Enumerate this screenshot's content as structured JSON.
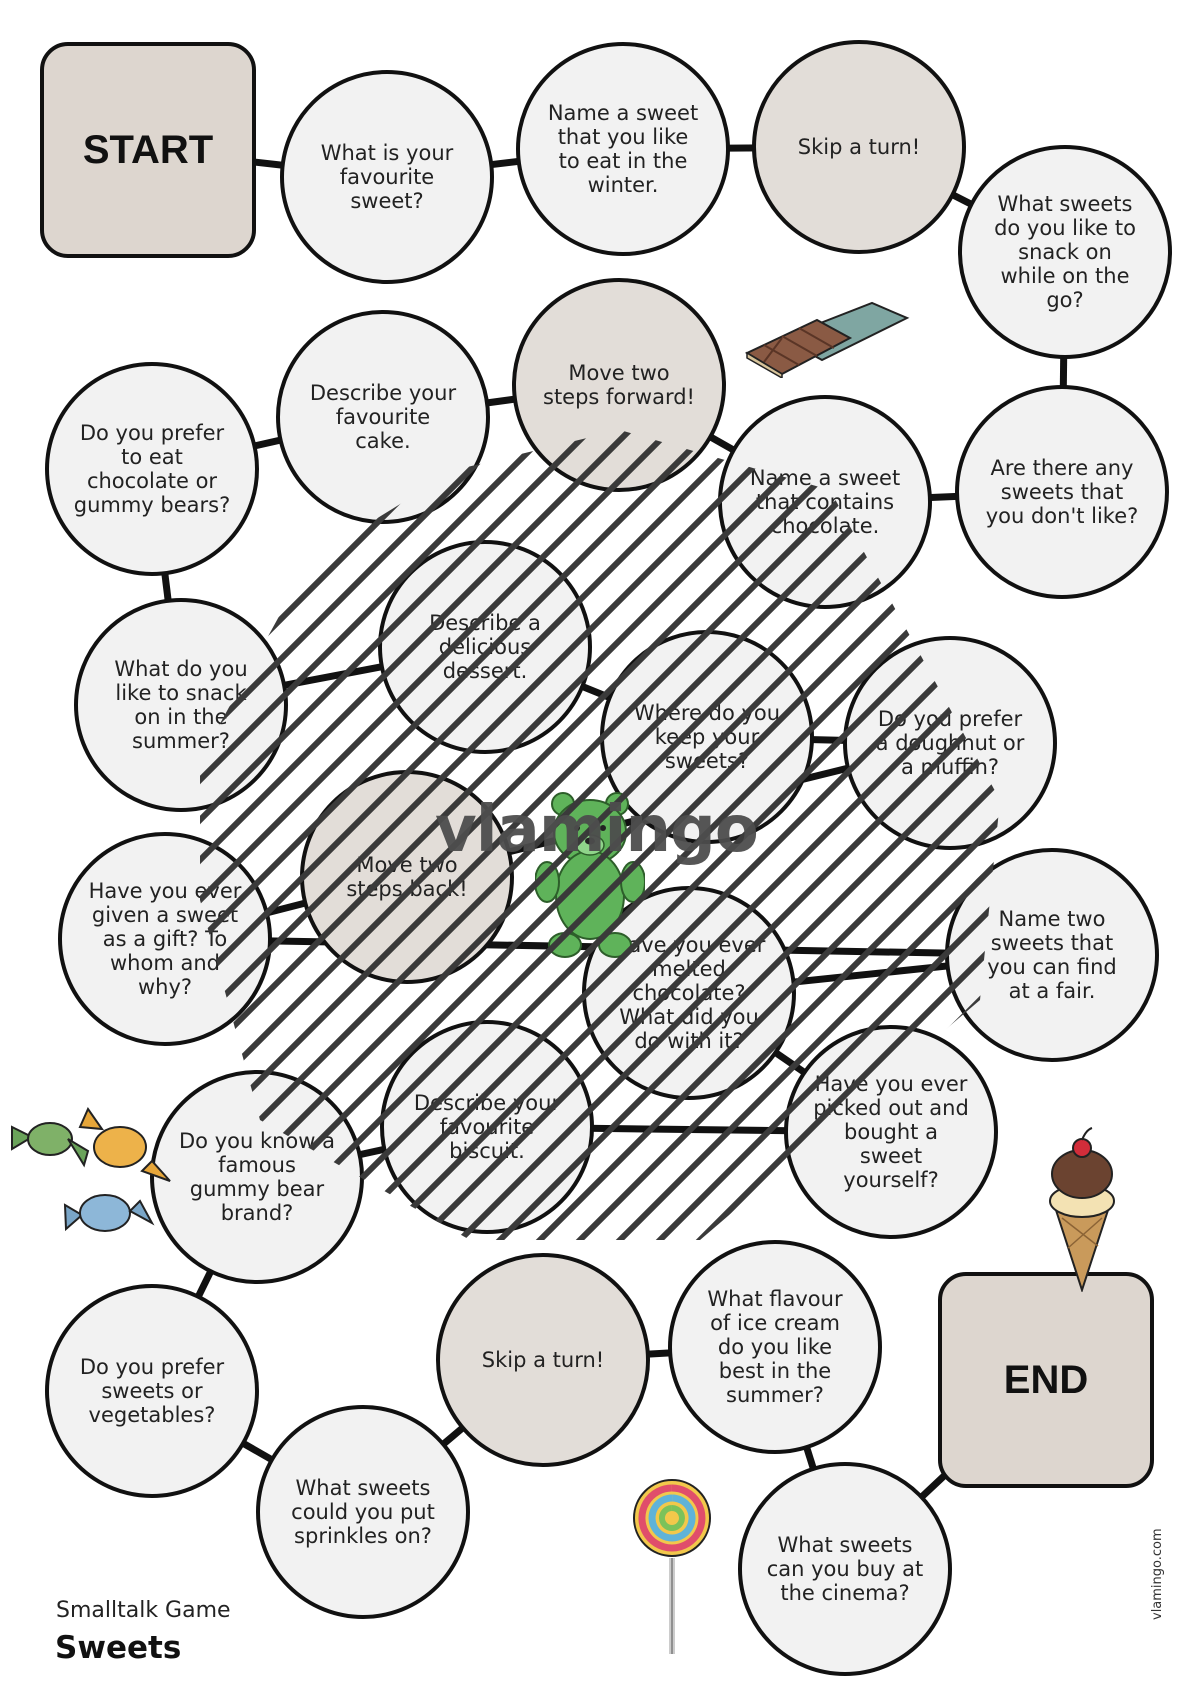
{
  "game": {
    "subtitle": "Smalltalk Game",
    "title": "Sweets",
    "watermark": "vlamingo",
    "website": "vlamingo.com"
  },
  "colors": {
    "question_fill": "#f2f2f2",
    "special_fill": "#e2ddd8",
    "start_end_fill": "#ddd6cf",
    "outline": "#111111",
    "hatch": "#3a3a3a",
    "bear_green": "#5fb35a"
  },
  "spaces": [
    {
      "id": "start",
      "kind": "square",
      "text": "START"
    },
    {
      "id": "s1",
      "kind": "question",
      "text": "What is your\nfavourite\nsweet?"
    },
    {
      "id": "s2",
      "kind": "question",
      "text": "Name a sweet\nthat you like\nto eat in the\nwinter."
    },
    {
      "id": "s3",
      "kind": "special",
      "text": "Skip a turn!"
    },
    {
      "id": "s4",
      "kind": "question",
      "text": "What sweets\ndo you like to\nsnack on\nwhile on the\ngo?"
    },
    {
      "id": "s5",
      "kind": "question",
      "text": "Are there any\nsweets that\nyou don't like?"
    },
    {
      "id": "s6",
      "kind": "question",
      "text": "Name a sweet\nthat contains\nchocolate."
    },
    {
      "id": "s7",
      "kind": "special",
      "text": "Move two\nsteps forward!"
    },
    {
      "id": "s8",
      "kind": "question",
      "text": "Describe your\nfavourite\ncake."
    },
    {
      "id": "s9",
      "kind": "question",
      "text": "Do you prefer\nto eat\nchocolate or\ngummy bears?"
    },
    {
      "id": "s10",
      "kind": "question",
      "text": "What do you\nlike to snack\non in the\nsummer?"
    },
    {
      "id": "s11",
      "kind": "question",
      "text": "Describe a\ndelicious\ndessert."
    },
    {
      "id": "s12",
      "kind": "question",
      "text": "Where do you\nkeep your\nsweets?"
    },
    {
      "id": "s13",
      "kind": "question",
      "text": "Do you prefer\na doughnut or\na muffin?"
    },
    {
      "id": "s14",
      "kind": "special",
      "text": "Move two\nsteps back!"
    },
    {
      "id": "s15",
      "kind": "question",
      "text": "Have you ever\ngiven a sweet\nas a gift? To\nwhom and\nwhy?"
    },
    {
      "id": "s16",
      "kind": "question",
      "text": "Name two\nsweets that\nyou can find\nat a fair."
    },
    {
      "id": "s17",
      "kind": "question",
      "text": "Have you ever\nmelted\nchocolate?\nWhat did you\ndo with it?"
    },
    {
      "id": "s18",
      "kind": "question",
      "text": "Have you ever\npicked out and\nbought a\nsweet\nyourself?"
    },
    {
      "id": "s19",
      "kind": "question",
      "text": "Describe your\nfavourite\nbiscuit."
    },
    {
      "id": "s20",
      "kind": "question",
      "text": "Do you know a\nfamous\ngummy bear\nbrand?"
    },
    {
      "id": "s21",
      "kind": "question",
      "text": "Do you prefer\nsweets or\nvegetables?"
    },
    {
      "id": "s22",
      "kind": "question",
      "text": "What sweets\ncould you put\nsprinkles on?"
    },
    {
      "id": "s23",
      "kind": "special",
      "text": "Skip a turn!"
    },
    {
      "id": "s24",
      "kind": "question",
      "text": "What flavour\nof ice cream\ndo you like\nbest in the\nsummer?"
    },
    {
      "id": "s25",
      "kind": "question",
      "text": "What sweets\ncan you buy at\nthe cinema?"
    },
    {
      "id": "end",
      "kind": "square",
      "text": "END"
    }
  ],
  "icons": [
    "chocolate-bar-icon",
    "gummy-bear-icon",
    "candies-icon",
    "ice-cream-cone-icon",
    "lollipop-icon"
  ]
}
